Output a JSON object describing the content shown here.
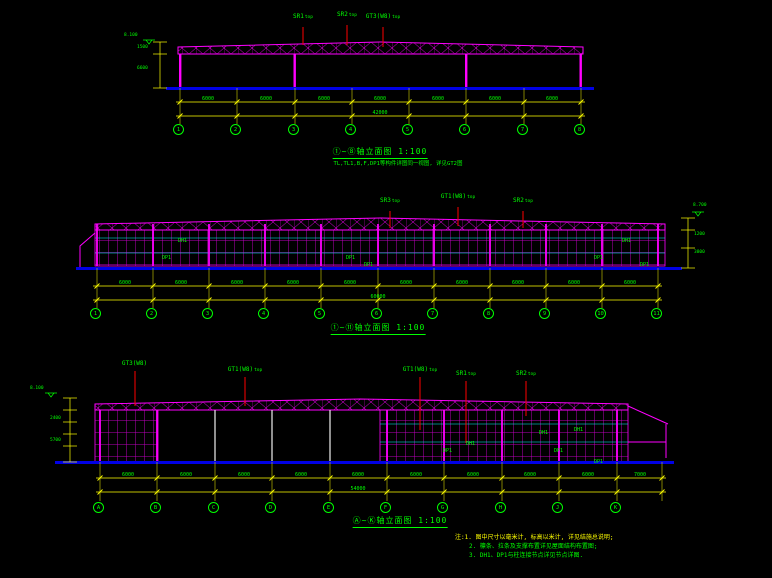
{
  "elev1": {
    "leaders": [
      {
        "name": "SR1",
        "sub": "top"
      },
      {
        "name": "SR2",
        "sub": "top"
      },
      {
        "name": "GT3(W8)",
        "sub": "top"
      }
    ],
    "left_marks": {
      "flag": "8.100",
      "seg1": "1500",
      "seg2": "6600"
    },
    "bay_dims": [
      "6000",
      "6000",
      "6000",
      "6000",
      "6000",
      "6000",
      "6000"
    ],
    "total_dim": "42000",
    "axes": [
      "1",
      "2",
      "3",
      "4",
      "5",
      "6",
      "7",
      "8"
    ],
    "title": "①~⑧轴立面图 1:100",
    "note": "TL,TL1,B,F,DP1等构件详图同一视图, 详见GT2图"
  },
  "elev2": {
    "leaders": [
      {
        "name": "SR3",
        "sub": "top"
      },
      {
        "name": "GT1(W8)",
        "sub": "top"
      },
      {
        "name": "SR2",
        "sub": "top"
      }
    ],
    "right_marks": {
      "flag": "8.700",
      "seg1": "1200",
      "seg2": "3800"
    },
    "part_labels": [
      "DH1",
      "DP1",
      "DP1",
      "DP1",
      "DH1",
      "DP1",
      "DP1"
    ],
    "bay_dims": [
      "6000",
      "6000",
      "6000",
      "6000",
      "6000",
      "6000",
      "6000",
      "6000",
      "6000",
      "6000"
    ],
    "total_dim": "60000",
    "axes": [
      "1",
      "2",
      "3",
      "4",
      "5",
      "6",
      "7",
      "8",
      "9",
      "10",
      "11"
    ],
    "title": "①~⑪轴立面图 1:100"
  },
  "elev3": {
    "leaders": [
      {
        "name": "GT3(W8)",
        "sub": ""
      },
      {
        "name": "GT1(W8)",
        "sub": "top"
      },
      {
        "name": "GT1(W8)",
        "sub": "top"
      },
      {
        "name": "SR1",
        "sub": "top"
      },
      {
        "name": "SR2",
        "sub": "top"
      }
    ],
    "left_marks": {
      "flag": "8.100",
      "seg1": "2400",
      "seg2": "5700"
    },
    "part_labels": [
      "DH1",
      "DP1",
      "DH1",
      "DH1",
      "DP1",
      "DP1"
    ],
    "bay_dims": [
      "6000",
      "6000",
      "6000",
      "6000",
      "6000",
      "6000",
      "6000",
      "6000",
      "6000"
    ],
    "ext_dim": "7000",
    "total_dim": "54000",
    "axes": [
      "A",
      "B",
      "C",
      "D",
      "E",
      "F",
      "G",
      "H",
      "J",
      "K"
    ],
    "title": "Ⓐ~Ⓚ轴立面图 1:100"
  },
  "notes": {
    "line1": "注:1. 图中尺寸以毫米计, 标高以米计, 详见结施总说明;",
    "line2": "2. 檩条、拉条及支撑布置详见屋面结构布置图;",
    "line3": "3. DH1、DP1与柱连接节点详见节点详图."
  }
}
